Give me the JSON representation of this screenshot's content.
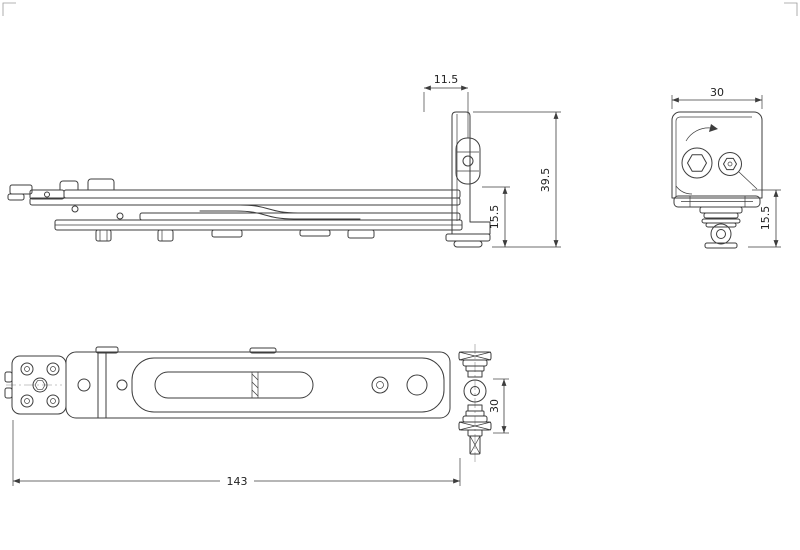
{
  "drawing": {
    "background": "#ffffff",
    "line_color": "#3d3d3d"
  },
  "dimensions": {
    "bracket_top_offset": "11.5",
    "bracket_overall_height": "39.5",
    "bracket_lower_height": "15.5",
    "end_view_width": "30",
    "end_view_lower_height": "15.5",
    "overall_length": "143",
    "roller_stack_width": "30"
  }
}
